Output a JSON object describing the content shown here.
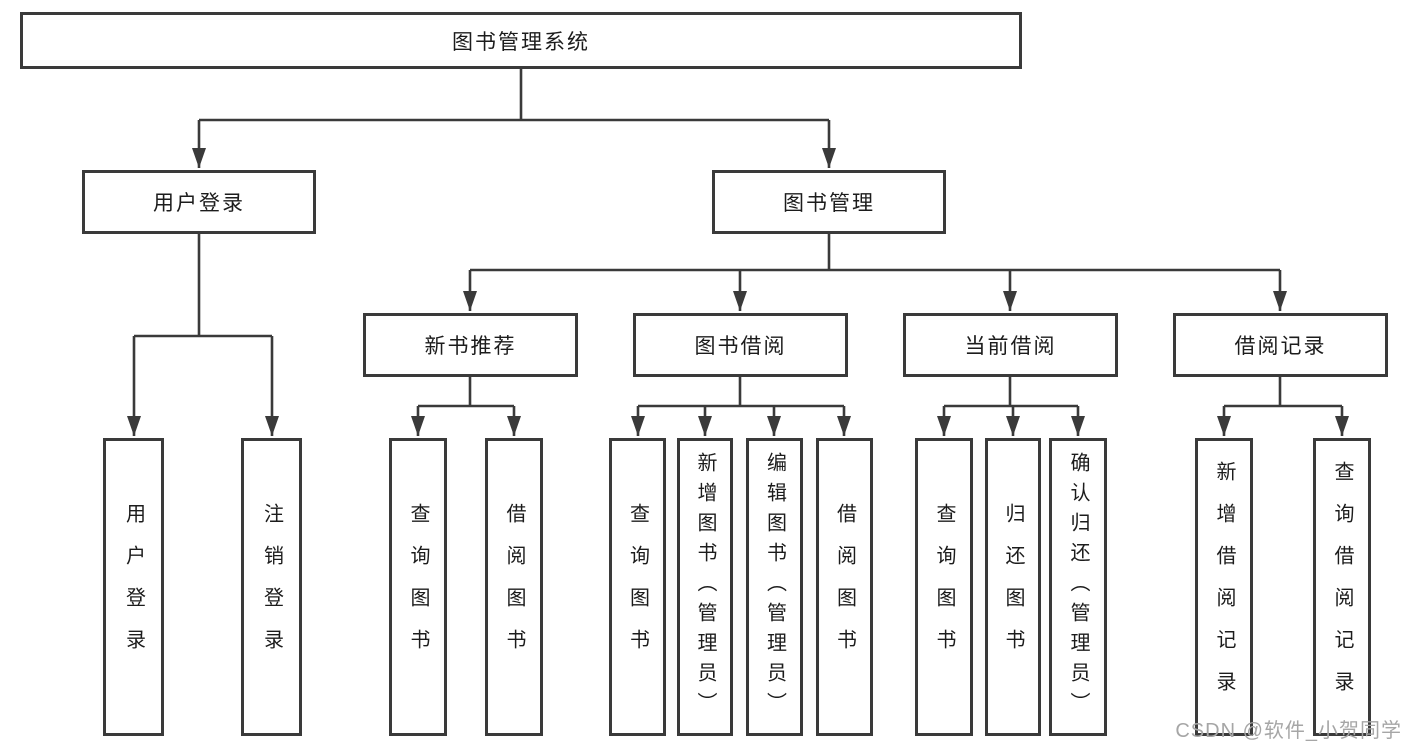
{
  "tree": {
    "root": {
      "label": "图书管理系统",
      "children": [
        {
          "label": "用户登录",
          "children": [
            {
              "label": "用户登录"
            },
            {
              "label": "注销登录"
            }
          ]
        },
        {
          "label": "图书管理",
          "children": [
            {
              "label": "新书推荐",
              "children": [
                {
                  "label": "查询图书"
                },
                {
                  "label": "借阅图书"
                }
              ]
            },
            {
              "label": "图书借阅",
              "children": [
                {
                  "label": "查询图书"
                },
                {
                  "label": "新增图书（管理员）"
                },
                {
                  "label": "编辑图书（管理员）"
                },
                {
                  "label": "借阅图书"
                }
              ]
            },
            {
              "label": "当前借阅",
              "children": [
                {
                  "label": "查询图书"
                },
                {
                  "label": "归还图书"
                },
                {
                  "label": "确认归还（管理员）"
                }
              ]
            },
            {
              "label": "借阅记录",
              "children": [
                {
                  "label": "新增借阅记录"
                },
                {
                  "label": "查询借阅记录"
                }
              ]
            }
          ]
        }
      ]
    }
  },
  "watermark": {
    "text": "CSDN @软件_小贺同学"
  },
  "colors": {
    "line": "#3a3a3a",
    "text": "#1c1c1c",
    "watermark": "#a6a6a6",
    "background": "#ffffff"
  }
}
